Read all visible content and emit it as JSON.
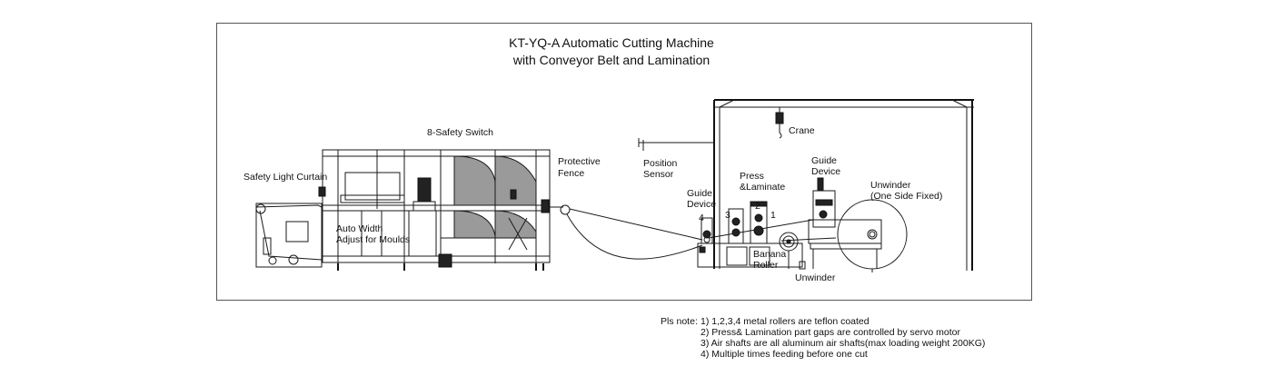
{
  "title": {
    "line1": "KT-YQ-A Automatic Cutting Machine",
    "line2": "with Conveyor Belt and Lamination"
  },
  "labels": {
    "safety_switch": "8-Safety Switch",
    "protective_fence_1": "Protective",
    "protective_fence_2": "Fence",
    "safety_light_curtain": "Safety Light Curtain",
    "auto_width_1": "Auto Width",
    "auto_width_2": "Adjust for Moulds",
    "position_sensor_1": "Position",
    "position_sensor_2": "Sensor",
    "guide_device_left_1": "Guide",
    "guide_device_left_2": "Device",
    "press_laminate_1": "Press",
    "press_laminate_2": "&Laminate",
    "guide_device_right_1": "Guide",
    "guide_device_right_2": "Device",
    "crane": "Crane",
    "unwinder_top_1": "Unwinder",
    "unwinder_top_2": "(One Side Fixed)",
    "banana_roller_1": "Banana",
    "banana_roller_2": "Roller",
    "unwinder_bottom": "Unwinder",
    "roller_1": "1",
    "roller_2": "2",
    "roller_3": "3",
    "roller_4": "4"
  },
  "notes": {
    "lead": "Pls note:",
    "items": [
      "1) 1,2,3,4 metal rollers are teflon coated",
      "2) Press& Lamination part gaps are controlled by servo motor",
      "3) Air shafts are all aluminum air shafts(max loading weight 200KG)",
      "4) Multiple times feeding before one cut"
    ]
  }
}
